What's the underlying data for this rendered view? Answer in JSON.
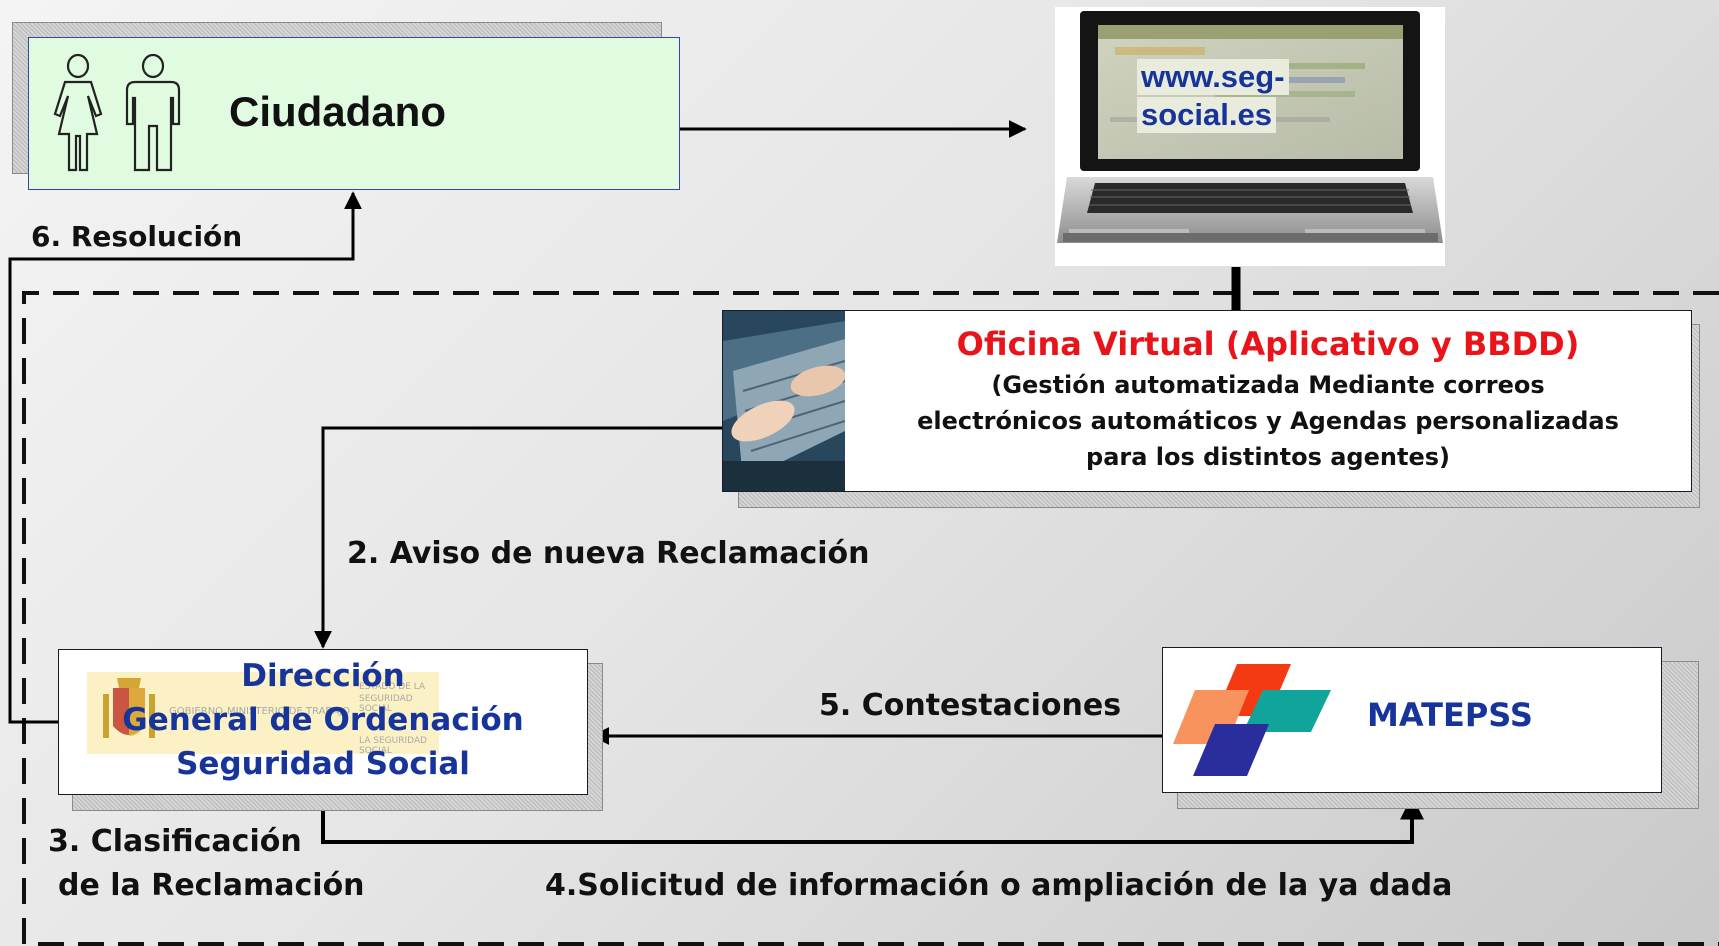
{
  "ciudadano": {
    "label": "Ciudadano"
  },
  "website": {
    "label_line1": "www.seg-",
    "label_line2": "social.es"
  },
  "oficina": {
    "title": "Oficina Virtual (Aplicativo y BBDD)",
    "line1": "(Gestión automatizada Mediante correos",
    "line2": "electrónicos automáticos y Agendas personalizadas",
    "line3": "para los distintos agentes)"
  },
  "direccion": {
    "line1": "Dirección",
    "line2": "General de Ordenación",
    "line3": "Seguridad Social",
    "logo_text1": "GOBIERNO",
    "logo_text2": "MINISTERIO DE TRABAJO",
    "logo_text3": "ESTADO DE LA",
    "logo_text4": "SEGURIDAD SOCIAL",
    "logo_text5": "LA SEGURIDAD SOCIAL"
  },
  "matepss": {
    "label": "MATEPSS"
  },
  "steps": {
    "s2": "2. Aviso de nueva Reclamación",
    "s3_line1": "3. Clasificación",
    "s3_line2": "de la Reclamación",
    "s4": "4.Solicitud de información o ampliación de la ya dada",
    "s5": "5. Contestaciones",
    "s6": "6. Resolución"
  },
  "colors": {
    "ciudadano_fill": "#e0fbe0",
    "title_red": "#e8141a",
    "text_blue": "#17349a",
    "matepss_red": "#f43a13",
    "matepss_teal": "#10a49b",
    "matepss_navy": "#2a2e9c",
    "matepss_orange": "#f9935e"
  },
  "icons": [
    "woman-icon",
    "man-icon",
    "laptop-image",
    "typing-hands-image",
    "spain-coat-of-arms-logo",
    "matepss-logo"
  ]
}
